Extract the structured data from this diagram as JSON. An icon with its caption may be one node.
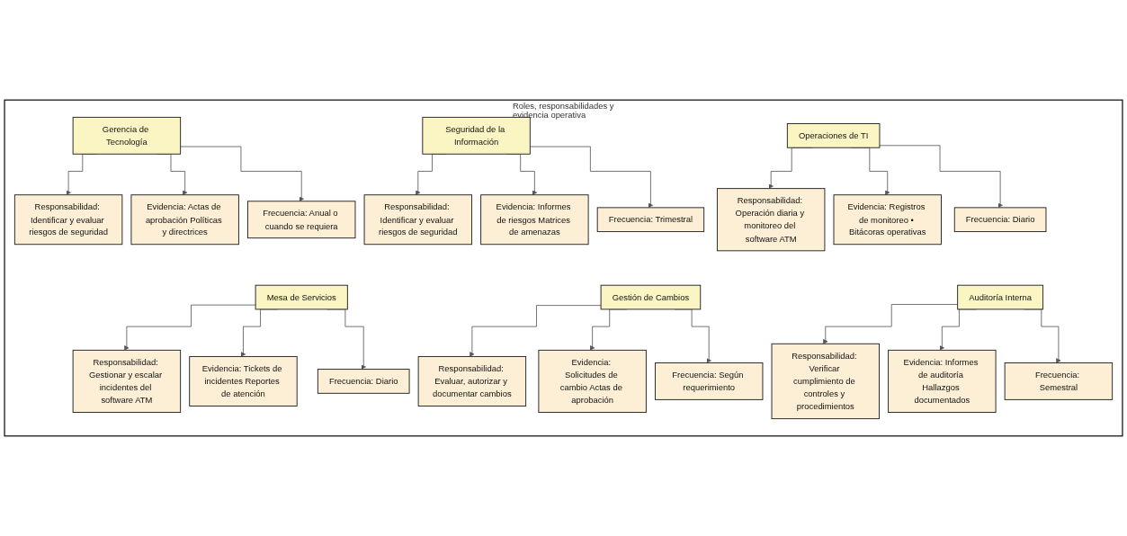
{
  "diagram": {
    "nodes": [
      {
        "text": [
          "Roles, responsabilidades y evidencia operativa"
        ]
      },
      {
        "text": [
          "Gerencia de Tecnología"
        ],
        "in": 0
      },
      {
        "text": [
          "Responsabilidad: Identificar y evaluar riesgos de seguridad"
        ],
        "in": 0
      },
      {
        "text": [
          "Evidencia: Actas de aprobación Políticas y directrices"
        ],
        "in": 0
      },
      {
        "text": [
          "Frecuencia: Anual o cuando se requiera"
        ],
        "in": 0
      },
      {
        "text": [
          "Seguridad de la Información"
        ],
        "in": 0
      },
      {
        "text": [
          "Responsabilidad: Identificar y evaluar riesgos de seguridad"
        ],
        "in": 0
      },
      {
        "text": [
          "Evidencia: Informes de riesgos Matrices de amenazas"
        ],
        "in": 0
      },
      {
        "text": [
          "Frecuencia: Trimestral"
        ],
        "in": 0
      },
      {
        "text": [
          "Operaciones de TI"
        ],
        "in": 0
      },
      {
        "text": [
          "Responsabilidad: Operación diaria y monitoreo del software ATM"
        ],
        "in": 0
      },
      {
        "text": [
          "Evidencia: Registros de monitoreo • Bitácoras operativas"
        ],
        "in": 0
      },
      {
        "text": [
          "Frecuencia: Diario"
        ],
        "in": 0
      },
      {
        "text": [
          "Mesa de Servicios"
        ],
        "in": 0
      },
      {
        "text": [
          "Responsabilidad: Gestionar y escalar incidentes del software ATM"
        ],
        "in": 0
      },
      {
        "text": [
          "Evidencia: Tickets de incidentes Reportes de atención"
        ],
        "in": 0
      },
      {
        "text": [
          "Frecuencia: Diario"
        ],
        "in": 0
      },
      {
        "text": [
          "Gestión de Cambios"
        ],
        "in": 0
      },
      {
        "text": [
          "Responsabilidad: Evaluar, autorizar y documentar cambios"
        ],
        "in": 0
      },
      {
        "text": [
          "Evidencia: Solicitudes de cambio Actas de aprobación"
        ],
        "in": 0
      },
      {
        "text": [
          "Frecuencia: Según requerimiento"
        ],
        "in": 0
      },
      {
        "text": [
          "Auditoría Interna"
        ],
        "in": 0
      },
      {
        "text": [
          "Responsabilidad: Verificar cumplimiento de controles y procedimientos"
        ],
        "in": 0
      },
      {
        "text": [
          "Evidencia: Informes de auditoría Hallazgos documentados"
        ],
        "in": 0
      },
      {
        "text": [
          "Frecuencia: Semestral"
        ],
        "in": 0
      }
    ],
    "edges": [
      {
        "from": 1,
        "to": 2,
        "arrow": "to"
      },
      {
        "from": 1,
        "to": 3,
        "arrow": "to"
      },
      {
        "from": 1,
        "to": 4,
        "arrow": "to"
      },
      {
        "from": 5,
        "to": 6,
        "arrow": "to"
      },
      {
        "from": 5,
        "to": 7,
        "arrow": "to"
      },
      {
        "from": 5,
        "to": 8,
        "arrow": "to"
      },
      {
        "from": 9,
        "to": 10,
        "arrow": "to"
      },
      {
        "from": 9,
        "to": 11,
        "arrow": "to"
      },
      {
        "from": 9,
        "to": 12,
        "arrow": "to"
      },
      {
        "from": 13,
        "to": 14,
        "arrow": "to"
      },
      {
        "from": 13,
        "to": 15,
        "arrow": "to"
      },
      {
        "from": 13,
        "to": 16,
        "arrow": "to"
      },
      {
        "from": 17,
        "to": 18,
        "arrow": "to"
      },
      {
        "from": 17,
        "to": 19,
        "arrow": "to"
      },
      {
        "from": 17,
        "to": 20,
        "arrow": "to"
      },
      {
        "from": 21,
        "to": 22,
        "arrow": "to"
      },
      {
        "from": 21,
        "to": 23,
        "arrow": "to"
      },
      {
        "from": 21,
        "to": 24,
        "arrow": "to"
      }
    ]
  }
}
